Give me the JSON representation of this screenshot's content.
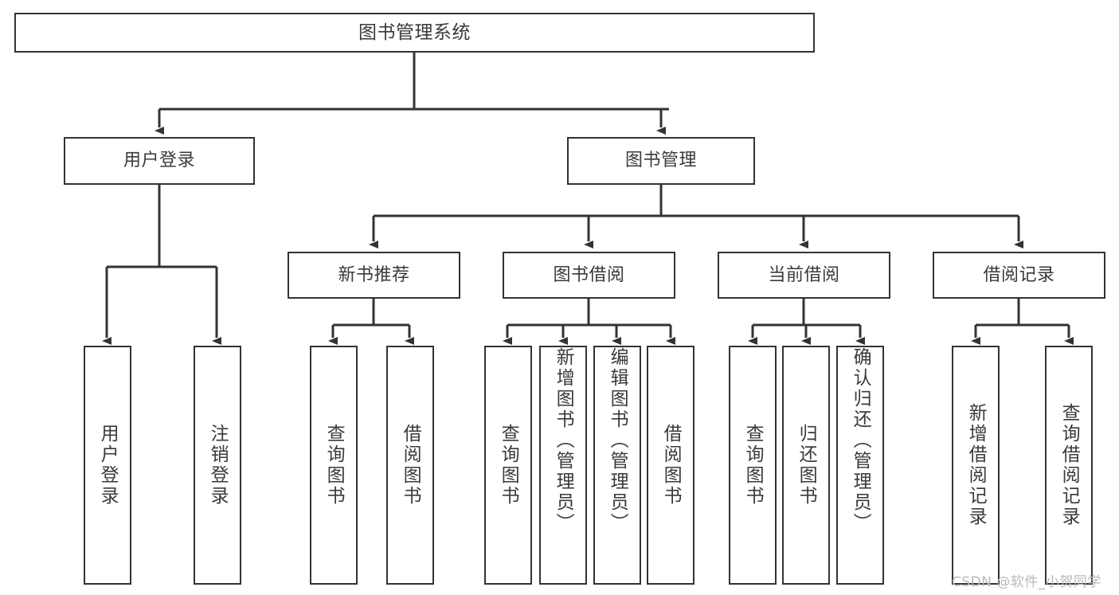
{
  "diagram": {
    "title": "图书管理系统",
    "type": "hierarchy-tree",
    "watermark": "CSDN @软件_小贺同学",
    "colors": {
      "box_border": "#333333",
      "box_fill": "#ffffff",
      "edge": "#333333",
      "text": "#3a3a3a",
      "watermark": "#b9b9b9",
      "background": "#ffffff"
    },
    "nodes": {
      "root": {
        "label": "图书管理系统"
      },
      "level2": [
        {
          "id": "user-login",
          "label": "用户登录"
        },
        {
          "id": "book-manage",
          "label": "图书管理"
        }
      ],
      "level3": [
        {
          "id": "new-book-recommend",
          "label": "新书推荐"
        },
        {
          "id": "book-borrow",
          "label": "图书借阅"
        },
        {
          "id": "current-borrow",
          "label": "当前借阅"
        },
        {
          "id": "borrow-record",
          "label": "借阅记录"
        }
      ],
      "leaves": {
        "user_login": [
          {
            "id": "leaf-user-login",
            "label": "用户登录"
          },
          {
            "id": "leaf-logout-login",
            "label": "注销登录"
          }
        ],
        "new_book_recommend": [
          {
            "id": "leaf-query-book-1",
            "label": "查询图书"
          },
          {
            "id": "leaf-borrow-book-1",
            "label": "借阅图书"
          }
        ],
        "book_borrow": [
          {
            "id": "leaf-query-book-2",
            "label": "查询图书"
          },
          {
            "id": "leaf-add-book",
            "label": "新增图书（管理员）"
          },
          {
            "id": "leaf-edit-book",
            "label": "编辑图书（管理员）"
          },
          {
            "id": "leaf-borrow-book-2",
            "label": "借阅图书"
          }
        ],
        "current_borrow": [
          {
            "id": "leaf-query-book-3",
            "label": "查询图书"
          },
          {
            "id": "leaf-return-book",
            "label": "归还图书"
          },
          {
            "id": "leaf-confirm-return",
            "label": "确认归还（管理员）"
          }
        ],
        "borrow_record": [
          {
            "id": "leaf-add-record",
            "label": "新增借阅记录"
          },
          {
            "id": "leaf-query-record",
            "label": "查询借阅记录"
          }
        ]
      }
    }
  }
}
